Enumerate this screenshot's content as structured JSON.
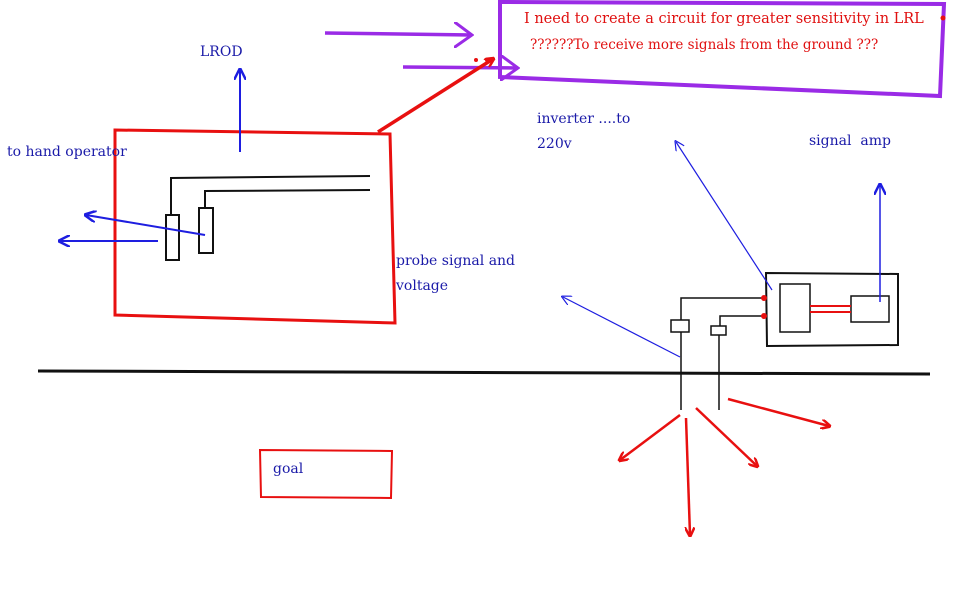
{
  "colors": {
    "red": "#e81010",
    "blue": "#1e1ee0",
    "purple": "#9a2be6",
    "black": "#111111",
    "text_blue": "#1a1aa8",
    "text_red": "#e01010"
  },
  "labels": {
    "note_line1": "I need to create a circuit for greater sensitivity in LRL",
    "note_line2": "??????To receive more signals from the ground ???",
    "lrod": "LROD",
    "hand_operator": "to hand operator",
    "probe_line1": "probe signal and",
    "probe_line2": "voltage",
    "inverter_line1": "inverter ....to",
    "inverter_line2": "220v",
    "signal_amp": "signal  amp",
    "goal": "goal"
  }
}
